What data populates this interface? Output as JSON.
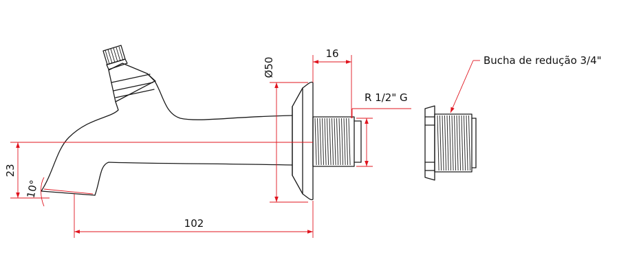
{
  "colors": {
    "outline": "#1a1a1a",
    "dimension": "#e0141e",
    "background": "#ffffff"
  },
  "dimensions": {
    "height": "23",
    "angle": "10°",
    "length": "102",
    "flange_diameter": "Ø50",
    "thread_length": "16",
    "thread_spec": "R 1/2\" G"
  },
  "callout": {
    "label": "Bucha de redução 3/4\""
  }
}
